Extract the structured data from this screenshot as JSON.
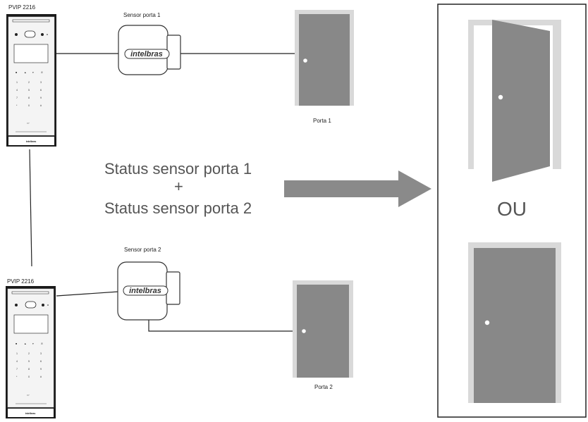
{
  "device_top": {
    "model": "PVIP 2216",
    "brand": "intelbras"
  },
  "device_bottom": {
    "model": "PVIP 2216",
    "brand": "intelbras"
  },
  "keypad": {
    "rows": [
      [
        "1",
        "2",
        "3"
      ],
      [
        "4",
        "5",
        "6"
      ],
      [
        "7",
        "8",
        "9"
      ],
      [
        "*",
        "0",
        "#"
      ]
    ]
  },
  "sensor_1": {
    "label": "Sensor porta  1",
    "brand": "intelbras"
  },
  "sensor_2": {
    "label": "Sensor porta  2",
    "brand": "intelbras"
  },
  "door_1": {
    "label": "Porta 1"
  },
  "door_2": {
    "label": "Porta 2"
  },
  "status": {
    "line1": "Status sensor porta  1",
    "plus": "+",
    "line2": "Status sensor porta  2"
  },
  "result": {
    "or_label": "OU"
  },
  "colors": {
    "door": "#888888",
    "frame": "#d9d9d9",
    "arrow": "#8a8a8a",
    "wire": "#222222",
    "panel": "#1a1a1a"
  }
}
